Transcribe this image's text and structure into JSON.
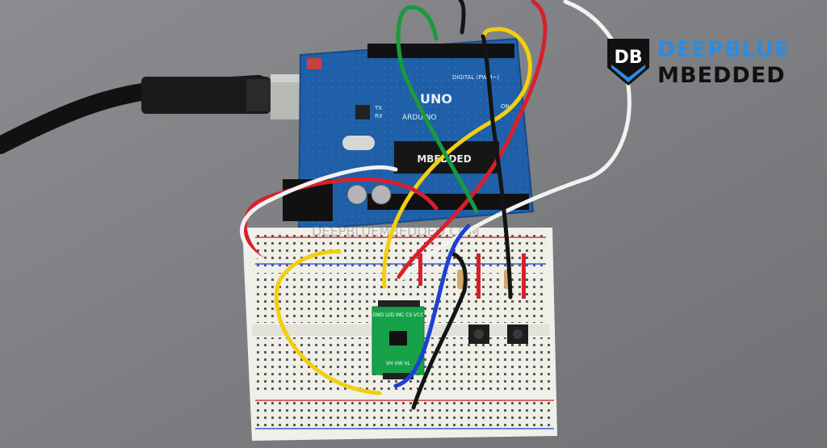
{
  "scene": {
    "background_color": "#7d7f82",
    "board": {
      "brand": "ARDUINO",
      "model": "UNO",
      "digital_label": "DIGITAL (PWM~)",
      "tx_label": "TX",
      "rx_label": "RX",
      "on_label": "ON",
      "chip_label": "MBEDDED"
    },
    "module": {
      "pin_labels_top": "GND U/D INC CS VCC",
      "pin_labels_bottom": "VH VW VL"
    },
    "watermark": "DEEPBLUEMBEDDED.COM",
    "wire_colors": {
      "yellow": "#f2cf10",
      "red": "#d8202c",
      "white": "#f2f2f2",
      "black": "#141414",
      "green": "#1a9a3c",
      "blue": "#1c3fd6"
    }
  },
  "logo": {
    "line1": "DEEPBLUE",
    "line2": "MBEDDED",
    "monogram": "DB",
    "brand_color": "#2e8be0"
  }
}
